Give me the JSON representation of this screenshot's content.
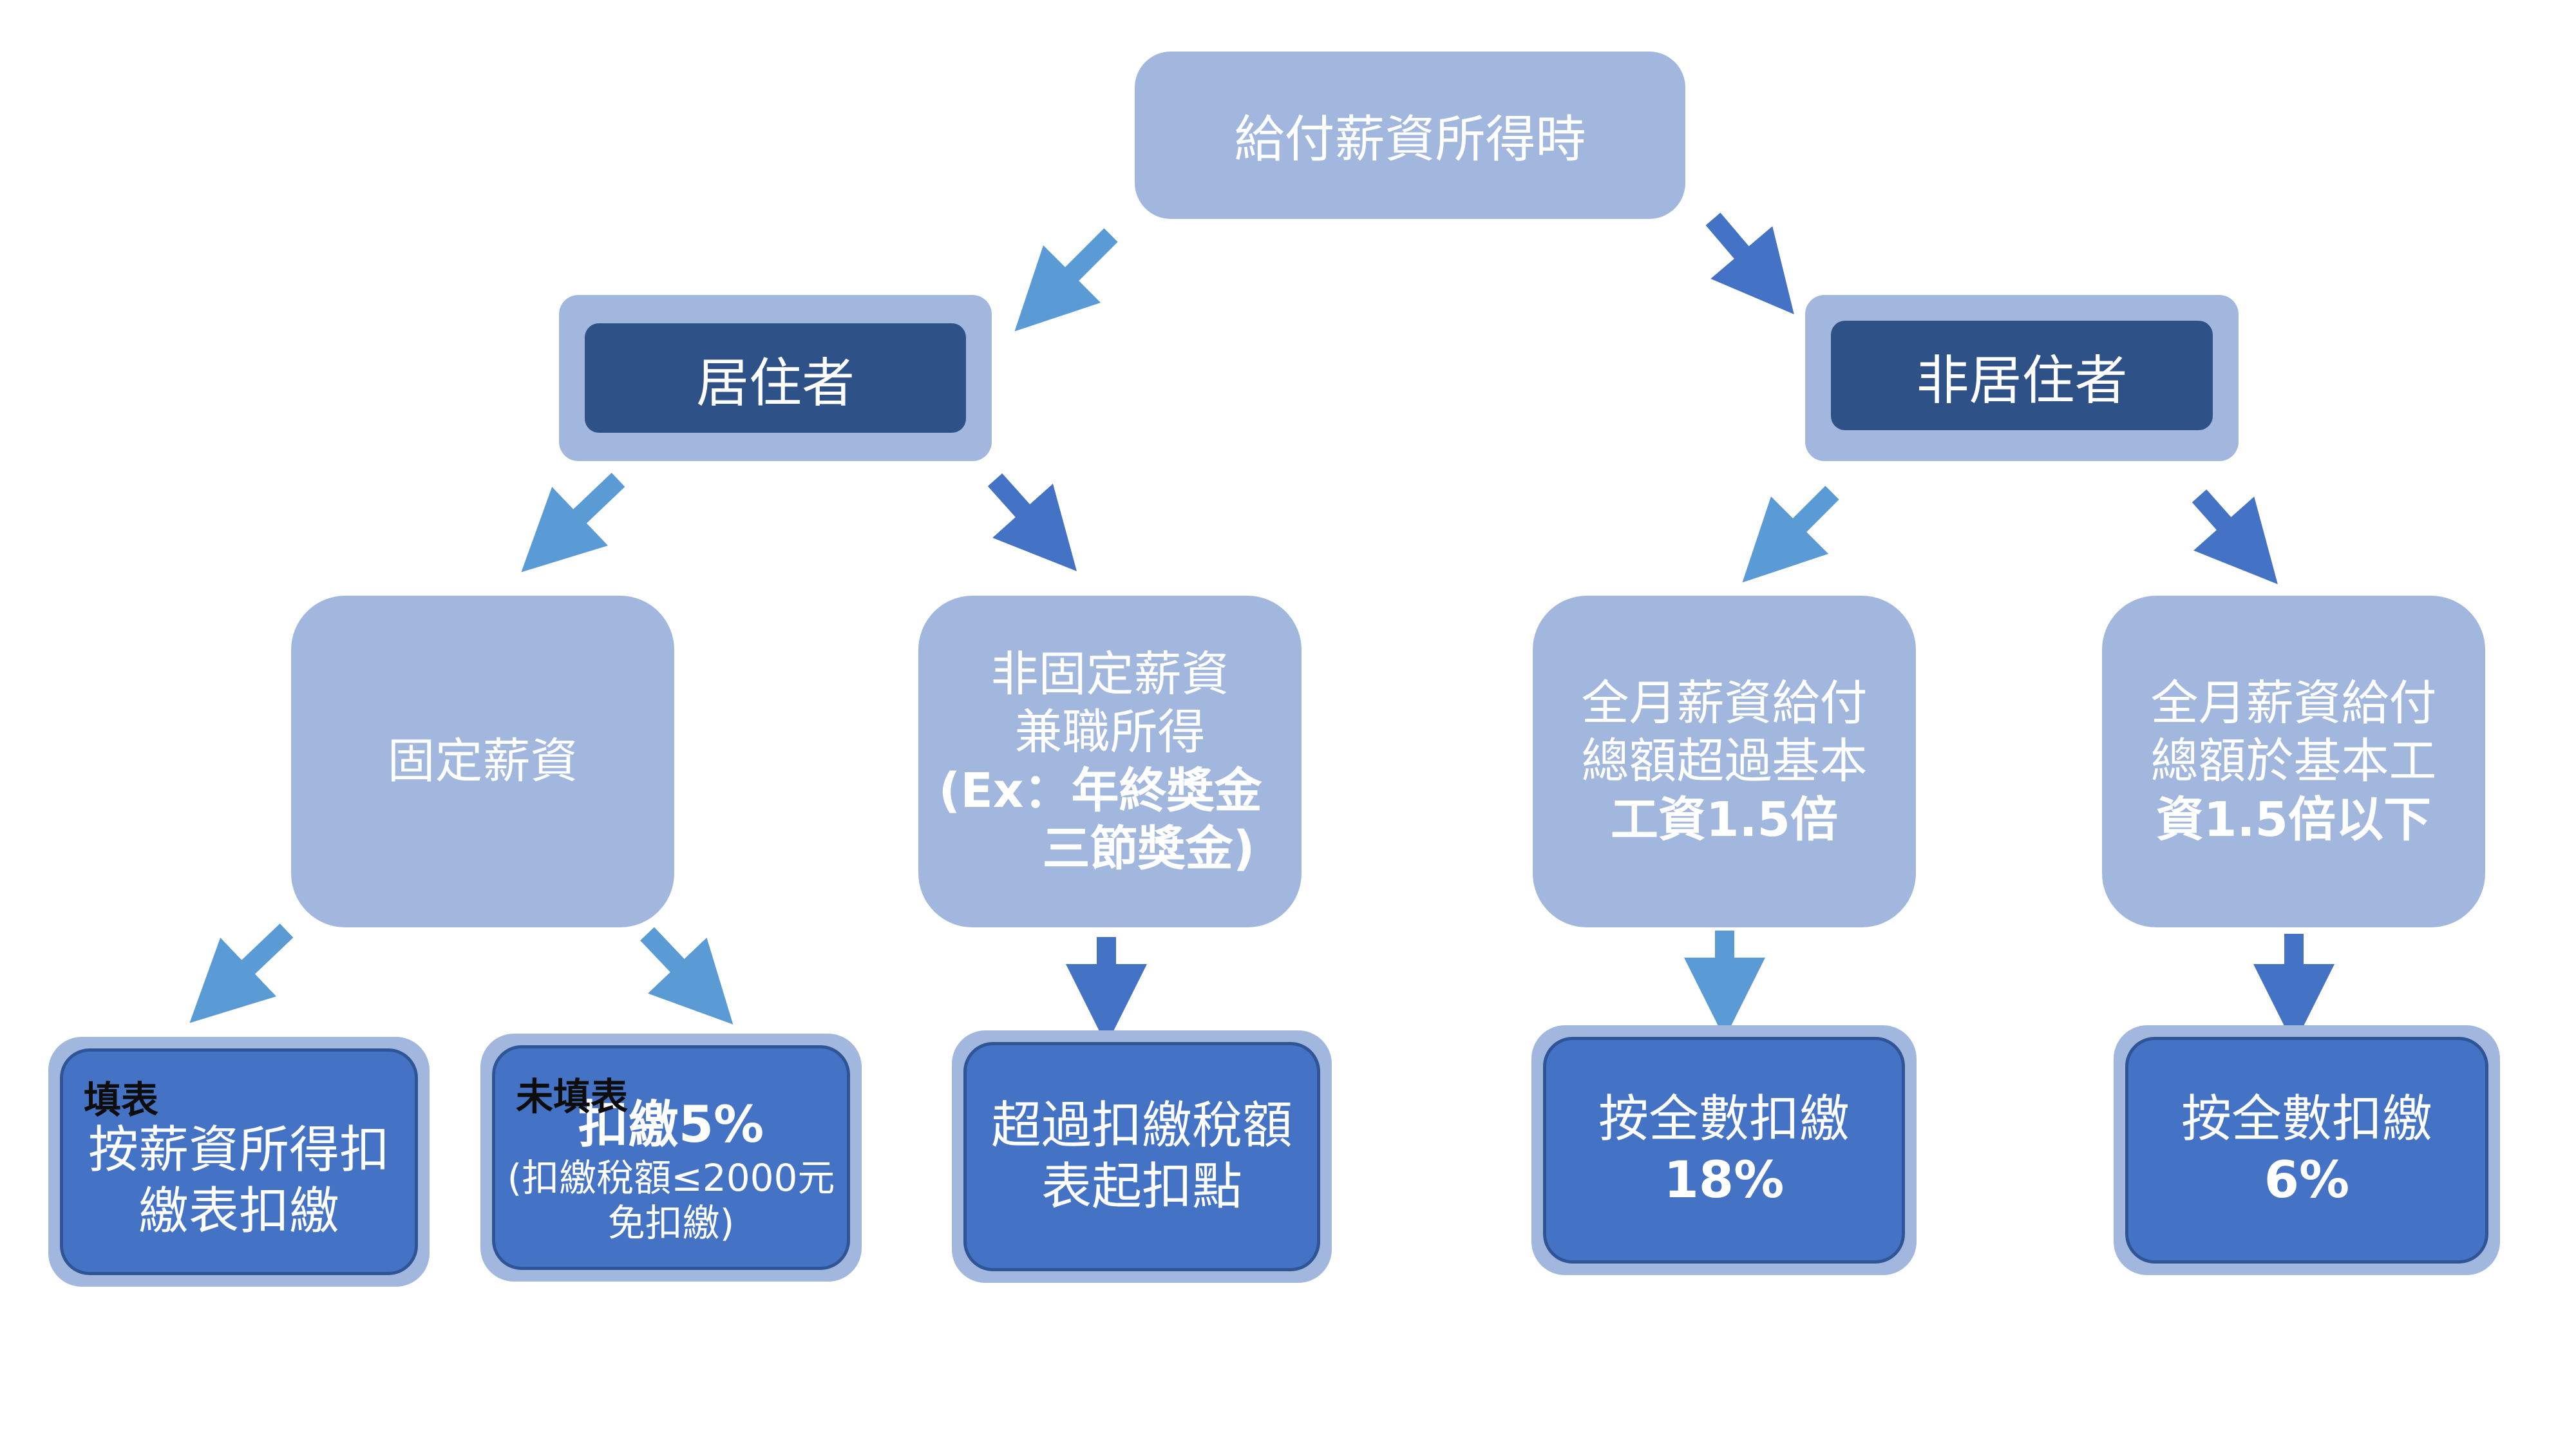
{
  "root": {
    "label": "給付薪資所得時"
  },
  "level1": {
    "resident": {
      "label": "居住者"
    },
    "nonresident": {
      "label": "非居住者"
    }
  },
  "level2": {
    "fixed": {
      "label": "固定薪資"
    },
    "nonfixed": {
      "lines": [
        "非固定薪資",
        "兼職所得",
        "(Ex：年終獎金",
        "三節獎金)"
      ]
    },
    "over": {
      "lines": [
        "全月薪資給付",
        "總額超過基本",
        "工資1.5倍"
      ]
    },
    "under": {
      "lines": [
        "全月薪資給付",
        "總額於基本工",
        "資1.5倍以下"
      ]
    }
  },
  "leaves": {
    "filled": {
      "tag": "填表",
      "lines": [
        "按薪資所得扣",
        "繳表扣繳"
      ]
    },
    "unfilled": {
      "tag": "未填表",
      "main": "扣繳5%",
      "note_lines": [
        "(扣繳稅額≤2000元",
        "免扣繳)"
      ]
    },
    "threshold": {
      "lines": [
        "超過扣繳稅額",
        "表起扣點"
      ]
    },
    "full18": {
      "line1": "按全數扣繳",
      "line2": "18%"
    },
    "full6": {
      "line1": "按全數扣繳",
      "line2": "6%"
    }
  },
  "colors": {
    "light_arrow": "#5b9bd5",
    "dark_arrow": "#4472c4",
    "box_light": "#a2b7de",
    "box_dark": "#2e5288",
    "leaf": "#4472c4"
  }
}
